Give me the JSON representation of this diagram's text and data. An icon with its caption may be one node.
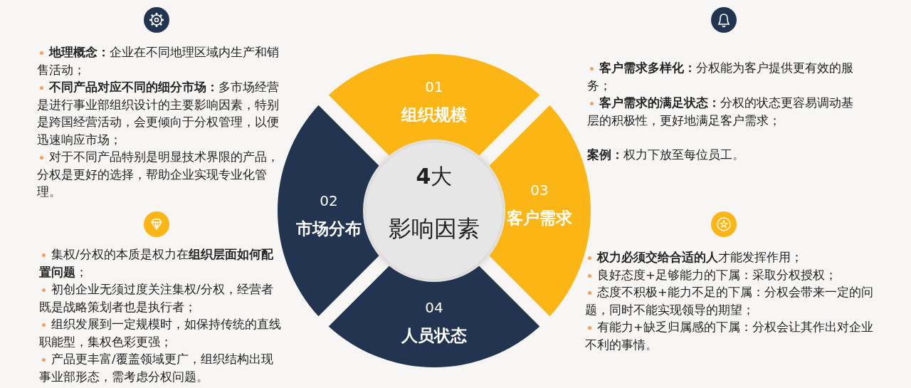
{
  "diagram": {
    "nodes": [
      {
        "text": [
          "**4**大",
          "影响因素"
        ]
      },
      {
        "text": [
          "01",
          "组织规模"
        ]
      },
      {
        "text": [
          "02",
          "市场分布"
        ]
      },
      {
        "text": [
          "03",
          "客户需求"
        ]
      },
      {
        "text": [
          "04",
          "人员状态"
        ]
      }
    ],
    "edges": [],
    "labels": [
      "**地理概念：**企业在不同地理区域内生产和销售活动；",
      "**不同产品对应不同的细分市场：**多市场经营是进行事业部组织设计的主要影响因素，特别是跨国经营活动，会更倾向于分权管理，以便迅速响应市场；",
      "对于不同产品特别是明显技术界限的产品，分权是更好的选择，帮助企业实现专业化管理。",
      "**客户需求多样化：**分权能为客户提供更有效的服务；",
      "**客户需求的满足状态：**分权的状态更容易调动基层的积极性，更好地满足客户需求；",
      "**案例：**权力下放至每位员工。",
      "集权/分权的本质是权力在**组织层面如何配置问题**；",
      "初创企业无须过度关注集权/分权，经营者既是战略策划者也是执行者；",
      "组织发展到一定规模时，如保持传统的直线职能型，集权色彩更强；",
      "产品更丰富/覆盖领域更广，组织结构出现事业部形态，需考虑分权问题。",
      "**权力必须交给合适的人**才能发挥作用；",
      "良好态度+足够能力的下属：采取分权授权；",
      "态度不积极+能力不足的下属：分权会带来一定的问题，同时不能实现领导的期望；",
      "有能力+缺乏归属感的下属：分权会让其作出对企业不利的事情。"
    ]
  }
}
